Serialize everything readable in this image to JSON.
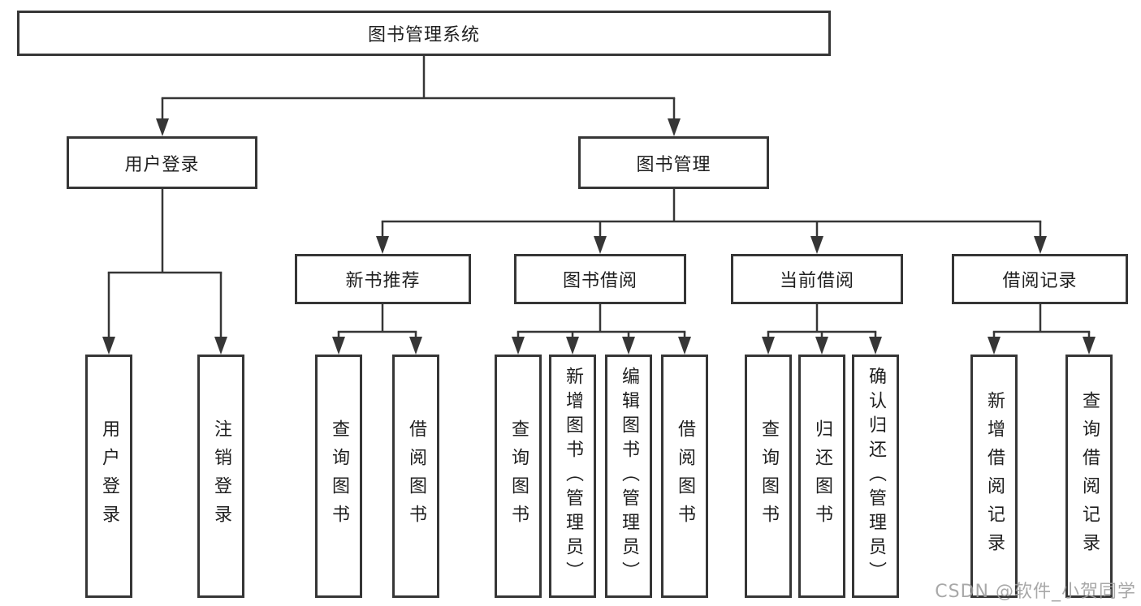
{
  "diagram": {
    "root": {
      "label": "图书管理系统"
    },
    "level2": [
      {
        "label": "用户登录",
        "children": [
          {
            "label": "用户登录"
          },
          {
            "label": "注销登录"
          }
        ]
      },
      {
        "label": "图书管理",
        "children": [
          {
            "label": "新书推荐",
            "children": [
              {
                "label": "查询图书"
              },
              {
                "label": "借阅图书"
              }
            ]
          },
          {
            "label": "图书借阅",
            "children": [
              {
                "label": "查询图书"
              },
              {
                "label": "新增图书（管理员）"
              },
              {
                "label": "编辑图书（管理员）"
              },
              {
                "label": "借阅图书"
              }
            ]
          },
          {
            "label": "当前借阅",
            "children": [
              {
                "label": "查询图书"
              },
              {
                "label": "归还图书"
              },
              {
                "label": "确认归还（管理员）"
              }
            ]
          },
          {
            "label": "借阅记录",
            "children": [
              {
                "label": "新增借阅记录"
              },
              {
                "label": "查询借阅记录"
              }
            ]
          }
        ]
      }
    ]
  },
  "watermark": "CSDN @软件_小贺同学",
  "colors": {
    "line": "#363636",
    "border": "#363636",
    "text": "#1f1f1f",
    "watermark": "#9e9e9e",
    "background": "#ffffff"
  }
}
